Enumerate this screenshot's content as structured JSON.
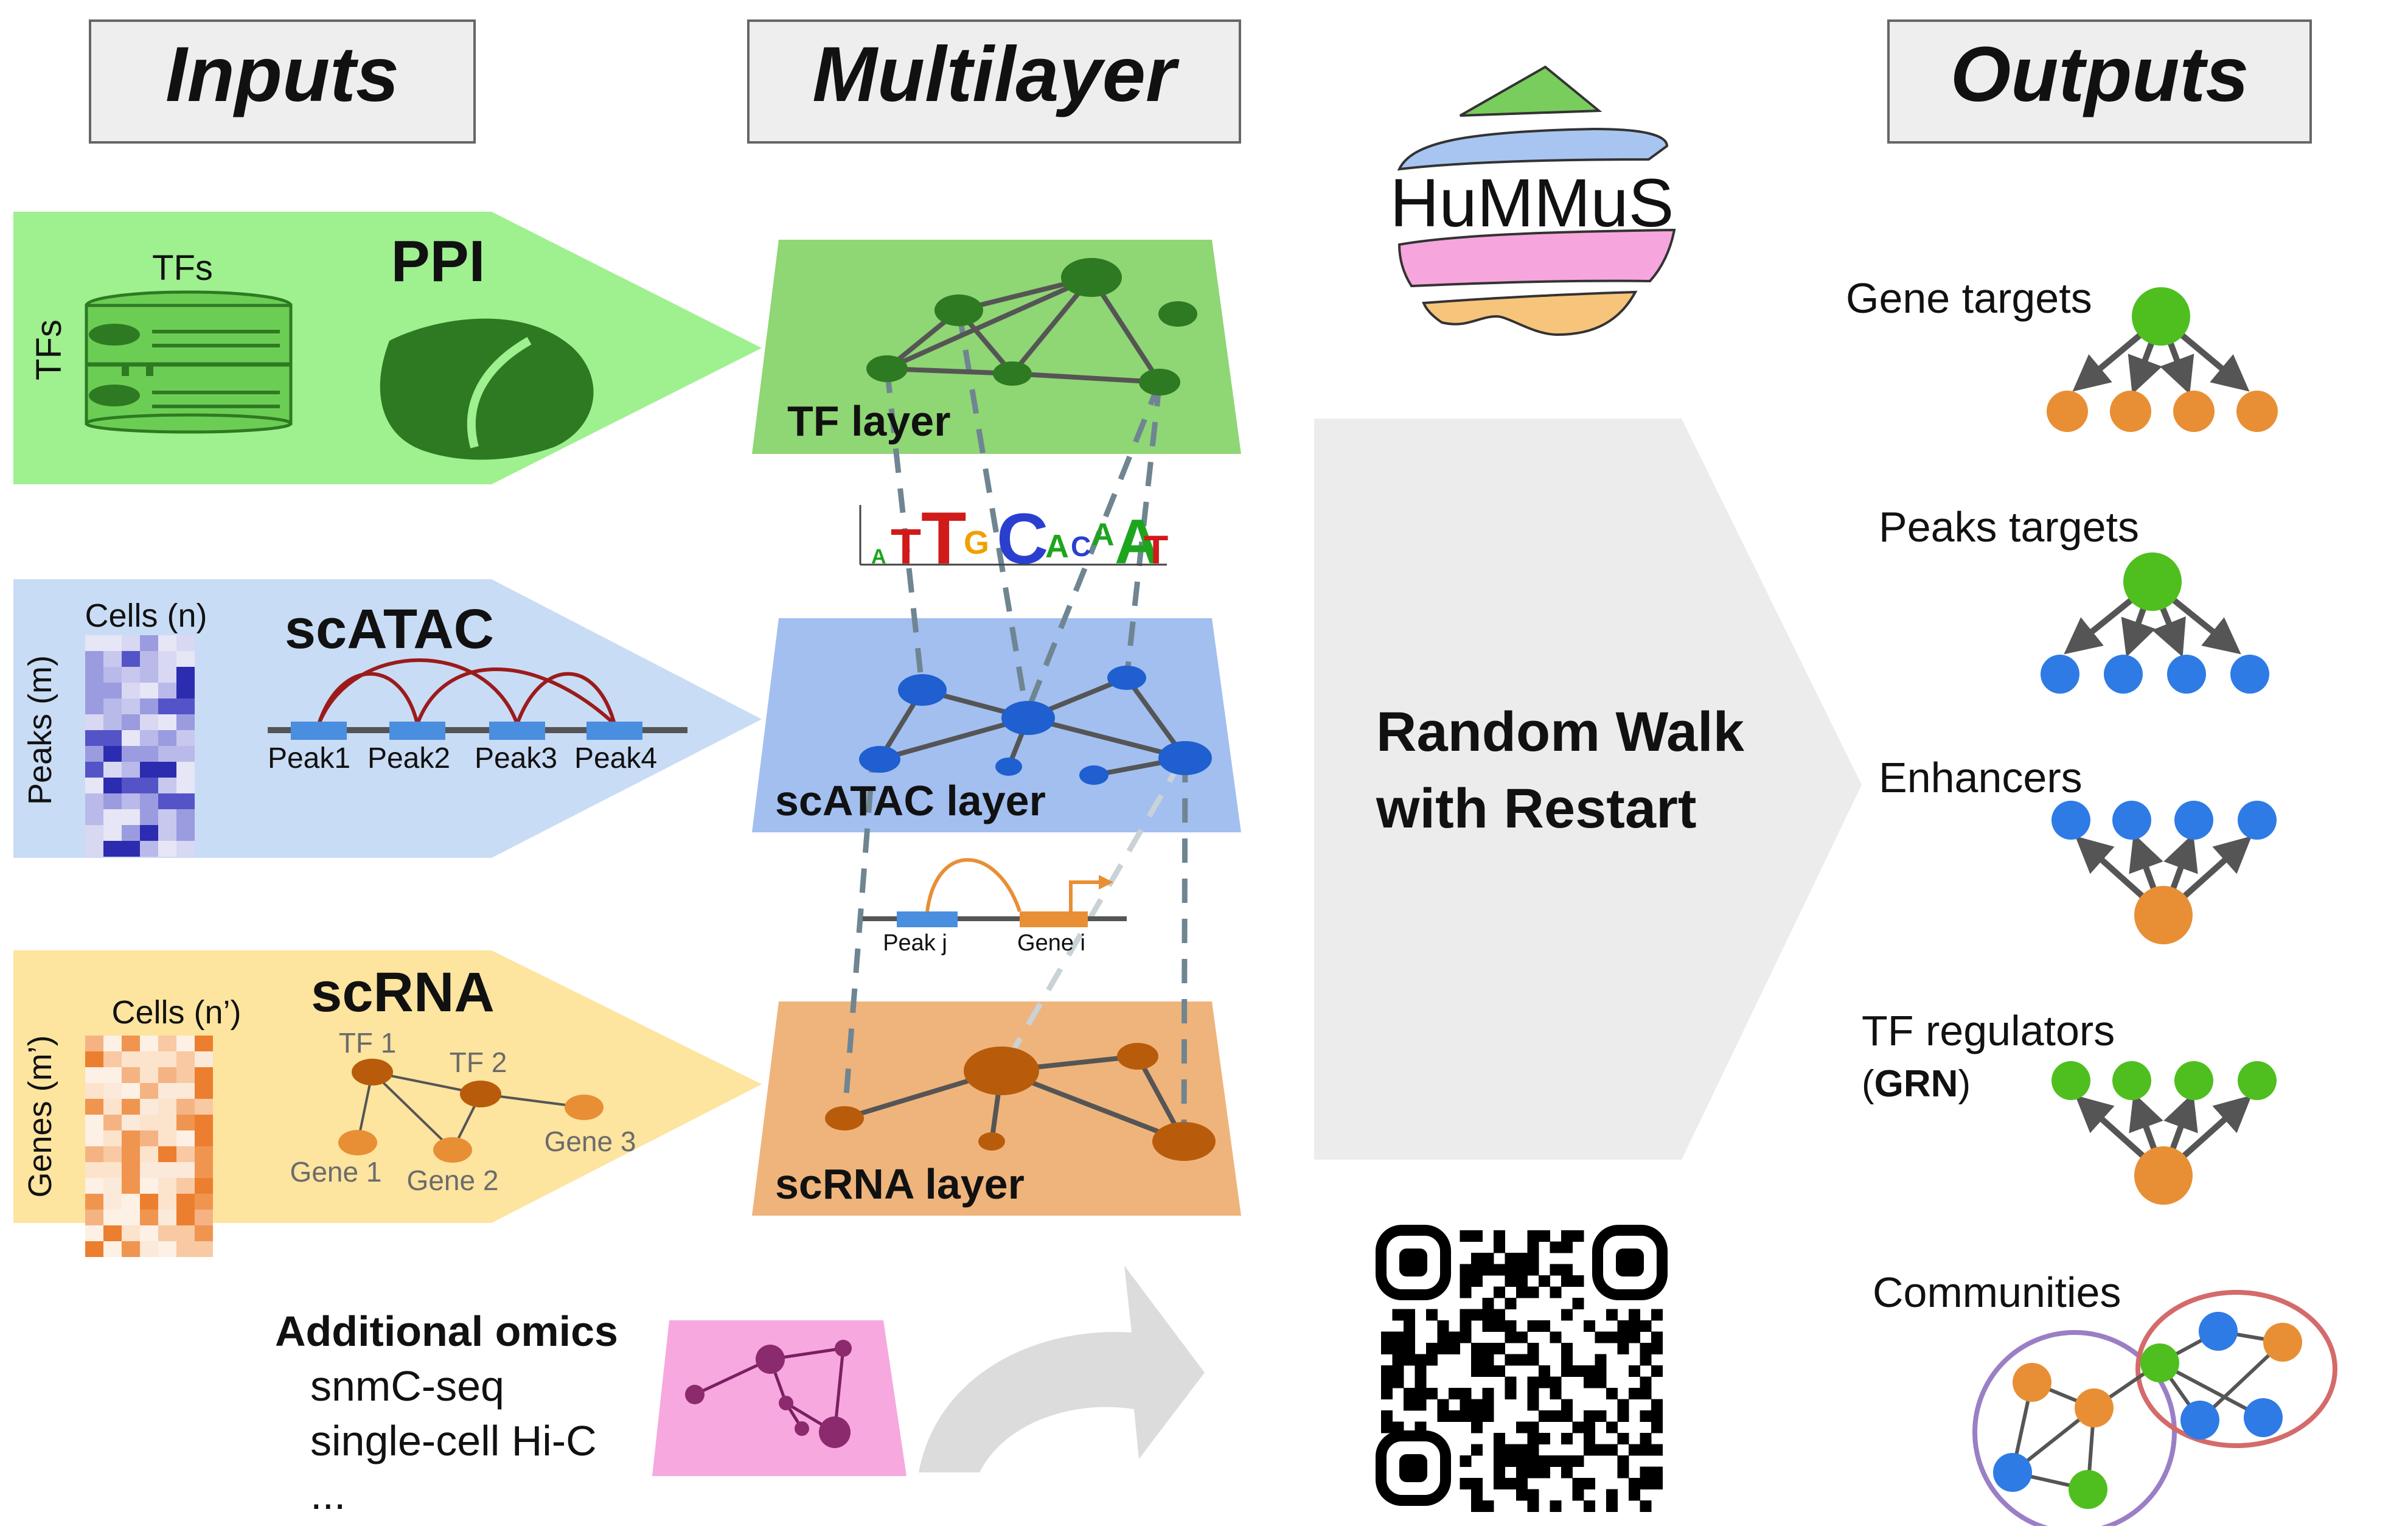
{
  "headers": {
    "inputs": "Inputs",
    "multilayer": "Multilayer",
    "outputs": "Outputs"
  },
  "inputs": {
    "ppi": {
      "title": "PPI",
      "tfs_top": "TFs",
      "tfs_side": "TFs",
      "color": "#9ff08f"
    },
    "scatac": {
      "title": "scATAC",
      "cells": "Cells (n)",
      "peaks_axis": "Peaks (m)",
      "peak_labels": [
        "Peak1",
        "Peak2",
        "Peak3",
        "Peak4"
      ],
      "color": "#c9dcf5"
    },
    "scrna": {
      "title": "scRNA",
      "cells": "Cells (n’)",
      "genes_axis": "Genes (m’)",
      "net_labels": [
        "TF 1",
        "TF 2",
        "Gene 1",
        "Gene 2",
        "Gene 3"
      ],
      "color": "#fde49f"
    },
    "additional": {
      "title": "Additional omics",
      "items": [
        "snmC-seq",
        "single-cell Hi-C",
        "..."
      ]
    }
  },
  "layers": {
    "tf": {
      "label": "TF layer",
      "color": "#8fd674"
    },
    "scatac": {
      "label": "scATAC layer",
      "color": "#a2bff0"
    },
    "scrna": {
      "label": "scRNA layer",
      "color": "#efb47b"
    },
    "extra_color": "#f6a8df"
  },
  "motif_letters": [
    "A",
    "T",
    "T",
    "G",
    "C",
    "A",
    "C",
    "A",
    "A",
    "T"
  ],
  "peak_gene": {
    "peak": "Peak j",
    "gene": "Gene i"
  },
  "logo": {
    "text": "HuMMuS"
  },
  "method": {
    "line1": "Random Walk",
    "line2": "with Restart",
    "color": "#ececec"
  },
  "outputs": {
    "gene_targets": "Gene targets",
    "peaks_targets": "Peaks targets",
    "enhancers": "Enhancers",
    "tf_regulators": "TF regulators",
    "grn_open": "(",
    "grn": "GRN",
    "grn_close": ")",
    "communities": "Communities"
  },
  "colors": {
    "green_node": "#4fbf1f",
    "orange_node": "#e88f35",
    "blue_node": "#2e7be6",
    "dark_green": "#2e7a22",
    "dark_blue": "#1f5fcf",
    "dark_orange": "#b85c0c"
  }
}
